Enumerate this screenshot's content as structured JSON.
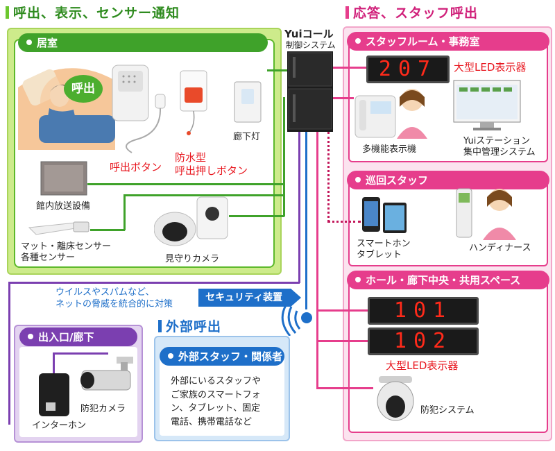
{
  "left_section": {
    "title": "呼出、表示、センサー通知"
  },
  "right_section": {
    "title": "応答、スタッフ呼出"
  },
  "controller": {
    "brand": "Yuiコール",
    "label": "制御システム"
  },
  "room": {
    "pill": "居室",
    "call_bubble": "呼出",
    "call_button": "呼出ボタン",
    "waterproof_button": "防水型\n呼出押しボタン",
    "corridor_light": "廊下灯",
    "broadcast": "館内放送設備",
    "mat_sensor": "マット・離床センサー\n各種センサー",
    "watch_camera": "見守りカメラ"
  },
  "staff_room": {
    "pill": "スタッフルーム・事務室",
    "led_value": "207",
    "led_label": "大型LED表示器",
    "display_phone": "多機能表示機",
    "yui_station": "Yuiステーション\n集中管理システム"
  },
  "patrol": {
    "pill": "巡回スタッフ",
    "smartphone": "スマートホン\nタブレット",
    "handy_nurse": "ハンディナース"
  },
  "hall": {
    "pill": "ホール・廊下中央・共用スペース",
    "led_values": [
      "101",
      "102"
    ],
    "led_label": "大型LED表示器",
    "security_system": "防犯システム"
  },
  "security": {
    "note": "ウイルスやスパムなど、\nネットの脅威を統合的に対策",
    "device": "セキュリティ装置"
  },
  "entrance": {
    "pill": "出入口/廊下",
    "intercom": "インターホン",
    "camera": "防犯カメラ"
  },
  "external": {
    "title": "外部呼出",
    "pill": "外部スタッフ・関係者",
    "description": "外部にいるスタッフや\nご家族のスマートフォ\nン、タブレット、固定\n電話、携帯電話など"
  },
  "colors": {
    "green": "#2e8b1e",
    "green_panel": "#cdeb8b",
    "pink": "#e63d8c",
    "pink_panel": "#fbe3ef",
    "blue": "#1e6fc9",
    "purple": "#7b3fb0",
    "led_red": "#ff2a1a"
  }
}
